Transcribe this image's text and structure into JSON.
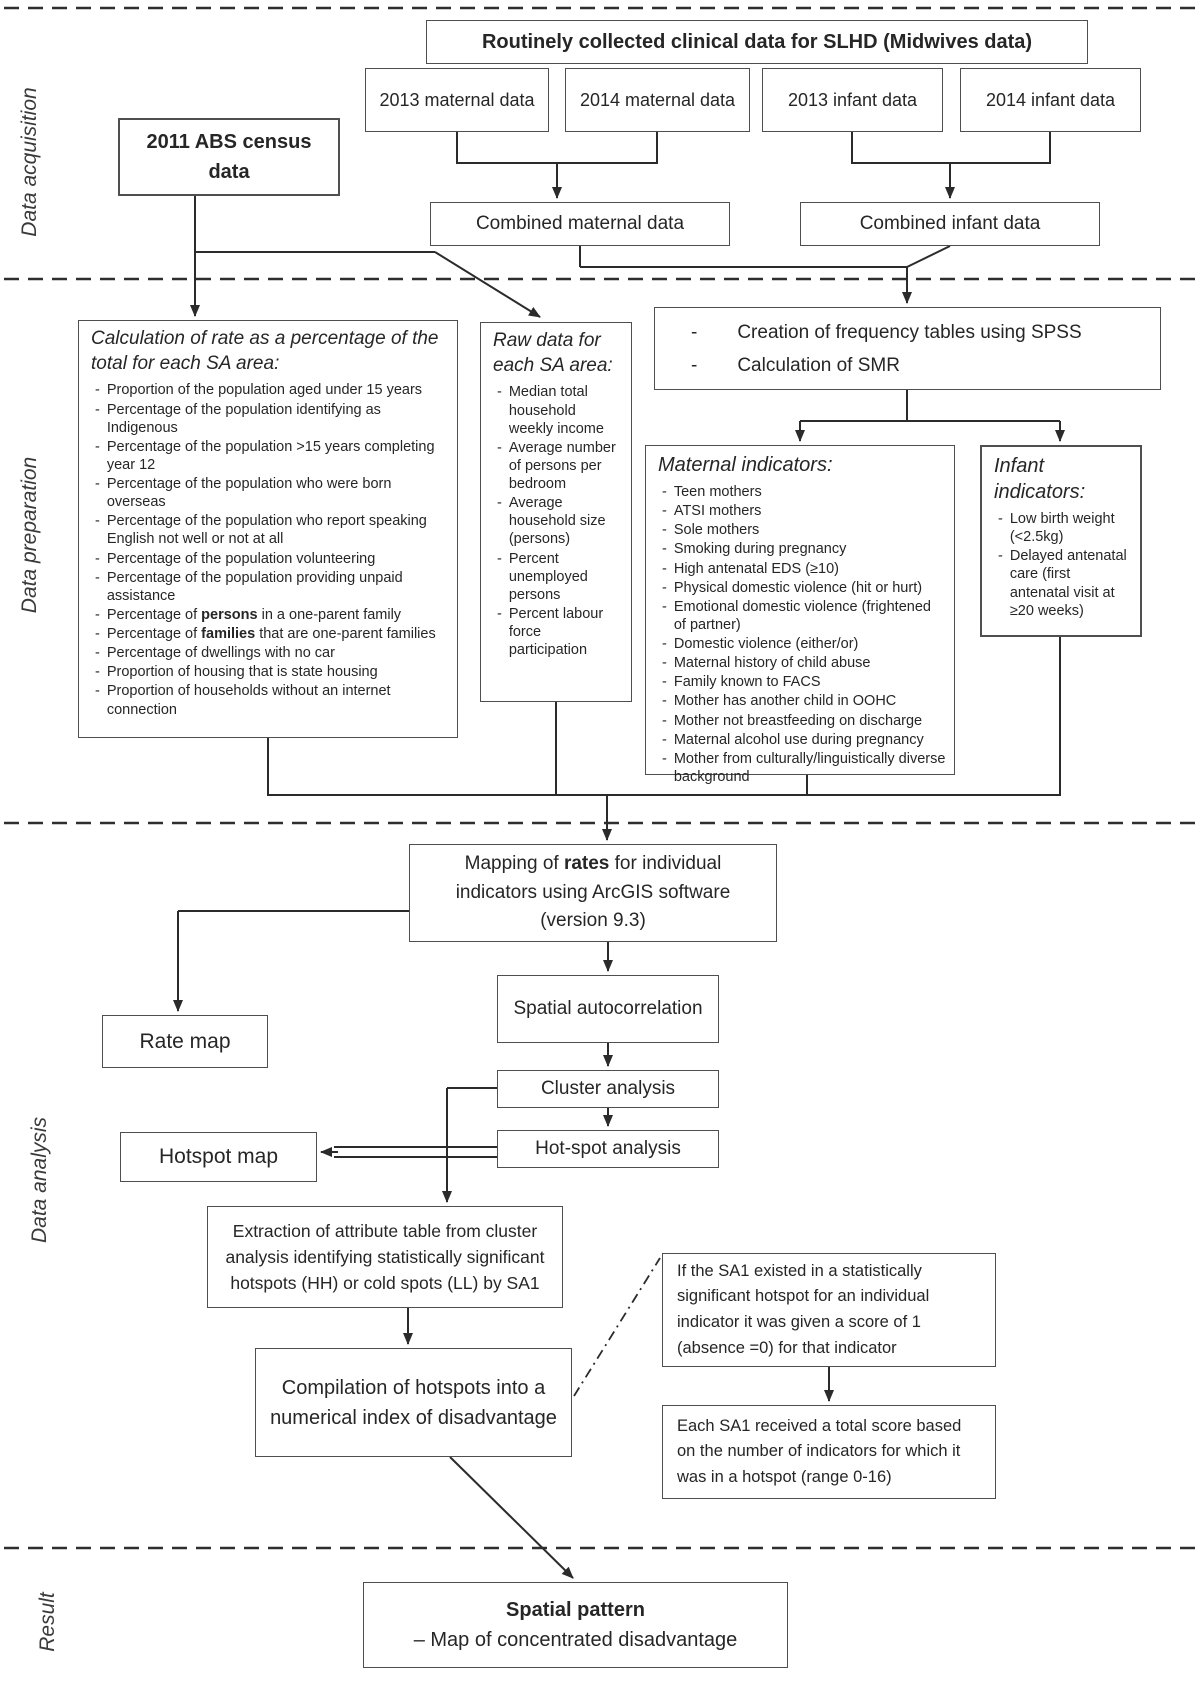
{
  "phases": [
    {
      "label": "Data acquisition"
    },
    {
      "label": "Data preparation"
    },
    {
      "label": "Data analysis"
    },
    {
      "label": "Result"
    }
  ],
  "acquisition": {
    "title": "Routinely collected clinical data for SLHD (Midwives data)",
    "maternal_2013": "2013 maternal data",
    "maternal_2014": "2014 maternal data",
    "infant_2013": "2013 infant data",
    "infant_2014": "2014 infant data",
    "abs_census": "2011 ABS census data",
    "combined_maternal": "Combined maternal data",
    "combined_infant": "Combined infant data"
  },
  "preparation": {
    "calculation": {
      "title": "Calculation of rate as a percentage of the total for each SA area:",
      "items": [
        "Proportion of the population aged under 15 years",
        "Percentage of the population identifying as Indigenous",
        "Percentage of the population >15 years completing year 12",
        "Percentage of the population who were born overseas",
        "Percentage of the population who report speaking English not well or not at all",
        "Percentage of the population volunteering",
        "Percentage of the population providing unpaid assistance",
        [
          {
            "t": "Percentage of "
          },
          {
            "t": "persons",
            "b": true
          },
          {
            "t": " in a one-parent family"
          }
        ],
        [
          {
            "t": "Percentage of "
          },
          {
            "t": "families",
            "b": true
          },
          {
            "t": " that are one-parent families"
          }
        ],
        "Percentage of dwellings with no car",
        "Proportion of housing that is state housing",
        "Proportion of households without an internet connection"
      ]
    },
    "raw": {
      "title": "Raw data for each SA area:",
      "items": [
        "Median total household weekly income",
        "Average number of persons per bedroom",
        "Average household size (persons)",
        "Percent unemployed persons",
        "Percent labour force participation"
      ]
    },
    "spss": {
      "items": [
        "Creation of frequency tables using SPSS",
        "Calculation of SMR"
      ]
    },
    "maternal": {
      "title": "Maternal indicators:",
      "items": [
        "Teen mothers",
        "ATSI mothers",
        "Sole mothers",
        "Smoking during pregnancy",
        "High antenatal EDS (≥10)",
        "Physical domestic violence (hit or hurt)",
        "Emotional domestic violence (frightened of partner)",
        "Domestic violence (either/or)",
        "Maternal history of child abuse",
        "Family known to FACS",
        "Mother has another child in OOHC",
        "Mother not breastfeeding on discharge",
        "Maternal alcohol use during pregnancy",
        "Mother from culturally/linguistically diverse background"
      ]
    },
    "infant": {
      "title": "Infant indicators:",
      "items": [
        "Low birth weight (<2.5kg)",
        "Delayed antenatal care (first antenatal visit at ≥20 weeks)"
      ]
    }
  },
  "analysis": {
    "mapping_segments": [
      {
        "t": "Mapping of "
      },
      {
        "t": "rates",
        "b": true
      },
      {
        "t": " for individual indicators using ArcGIS software (version 9.3)"
      }
    ],
    "rate_map": "Rate map",
    "spatial_autocorrelation": "Spatial autocorrelation",
    "cluster_analysis": "Cluster analysis",
    "hotspot_analysis": "Hot-spot analysis",
    "hotspot_map": "Hotspot map",
    "extraction": "Extraction of attribute table from cluster analysis identifying statistically significant hotspots (HH) or cold spots (LL) by SA1",
    "compilation": "Compilation of hotspots into a numerical index of disadvantage",
    "if_sa1": "If the SA1 existed in a statistically significant hotspot for an individual indicator it was given a score of 1 (absence =0) for that indicator",
    "each_sa1": "Each SA1 received a total score based on the number of indicators for which it was in a hotspot (range 0-16)"
  },
  "result": {
    "title": "Spatial pattern",
    "subtitle": "– Map of concentrated disadvantage"
  },
  "colors": {
    "line": "#2b2b2b",
    "border": "#4f4f4f",
    "text": "#262626"
  }
}
